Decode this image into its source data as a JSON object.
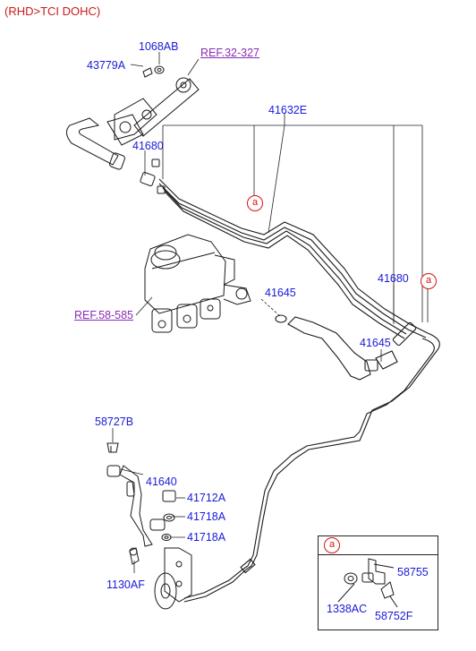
{
  "header": {
    "title": "(RHD>TCI DOHC)"
  },
  "parts": {
    "p1068AB": "1068AB",
    "p43779A": "43779A",
    "p41632E": "41632E",
    "p41680_top": "41680",
    "p41680_right": "41680",
    "p41645_mid": "41645",
    "p41645_right": "41645",
    "p58727B": "58727B",
    "p41640": "41640",
    "p41712A": "41712A",
    "p41718A_1": "41718A",
    "p41718A_2": "41718A",
    "p1130AF": "1130AF",
    "p58755": "58755",
    "p1338AC": "1338AC",
    "p58752F": "58752F"
  },
  "refs": {
    "ref_32_327": "REF.32-327",
    "ref_58_585": "REF.58-585"
  },
  "callouts": {
    "a_left": "a",
    "a_right": "a",
    "a_detail": "a"
  },
  "colors": {
    "label": "#1a1ad8",
    "title": "#cc1a1a",
    "ref": "#8a2db5",
    "callout": "#dd1111",
    "line": "#1a1a1a"
  }
}
